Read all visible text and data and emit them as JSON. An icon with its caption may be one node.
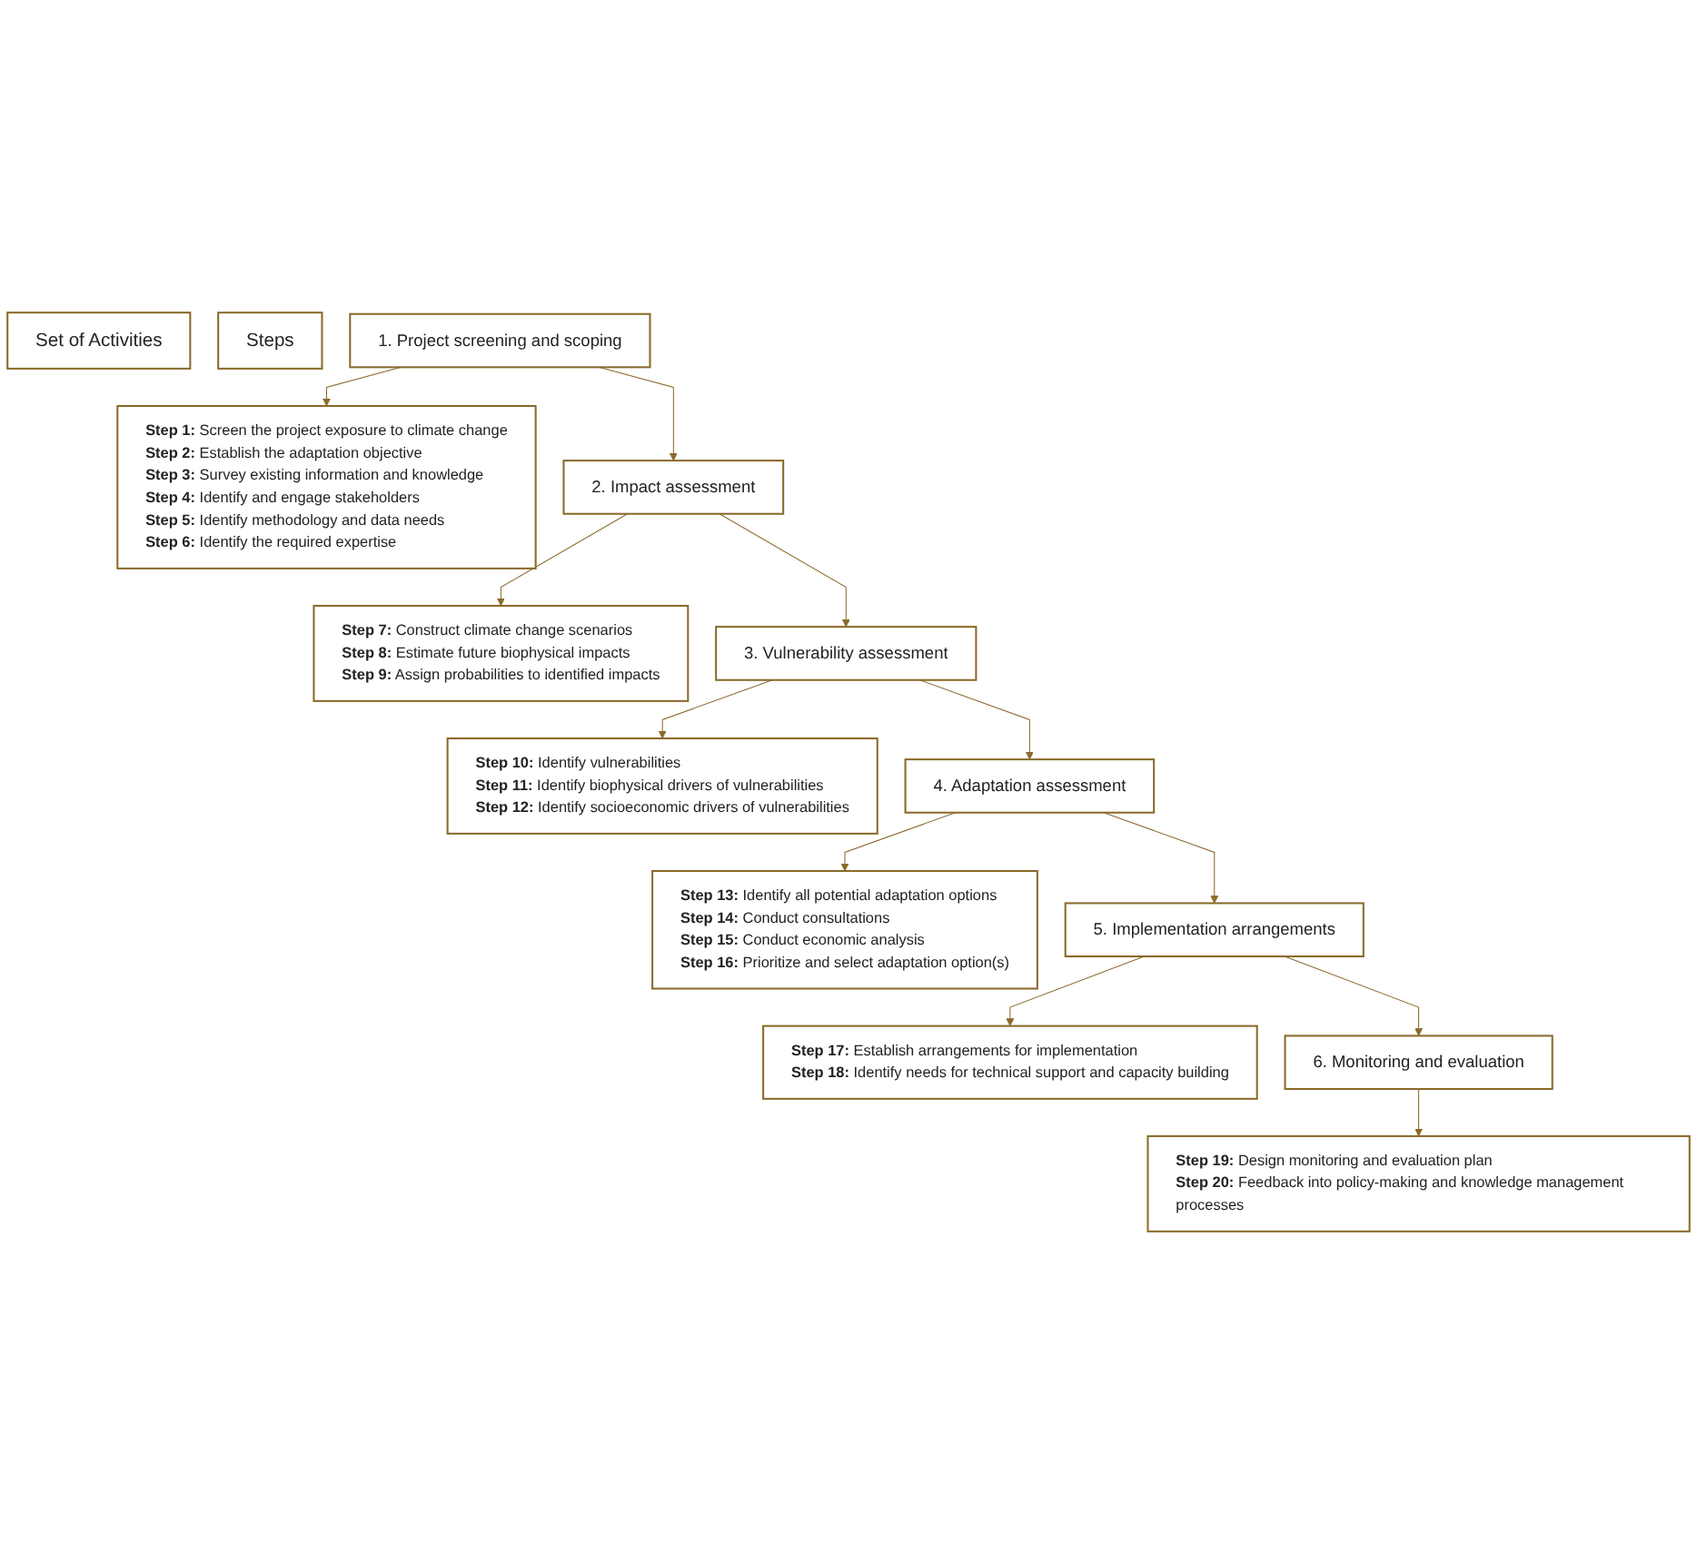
{
  "diagram": {
    "nodes": [
      {
        "text": [
          "Set of Activities"
        ]
      },
      {
        "text": [
          "Steps"
        ]
      },
      {
        "text": [
          "1. Project screening and scoping"
        ]
      },
      {
        "text": [
          "**Step 1:** Screen the project exposure to climate change",
          "**Step 2:** Establish the adaptation objective",
          "**Step 3:** Survey existing information and knowledge",
          "**Step 4:** Identify and engage stakeholders",
          "**Step 5:** Identify methodology and data needs",
          "**Step 6:** Identify the required expertise"
        ]
      },
      {
        "text": [
          "2. Impact assessment"
        ]
      },
      {
        "text": [
          "**Step 7:** Construct climate change scenarios",
          "**Step 8:** Estimate future biophysical impacts",
          "**Step 9:** Assign probabilities to identified impacts"
        ]
      },
      {
        "text": [
          "3. Vulnerability assessment"
        ]
      },
      {
        "text": [
          "**Step 10:** Identify vulnerabilities",
          "**Step 11:** Identify biophysical drivers of vulnerabilities",
          "**Step 12:** Identify socioeconomic drivers of vulnerabilities"
        ]
      },
      {
        "text": [
          "4. Adaptation assessment"
        ]
      },
      {
        "text": [
          "**Step 13:** Identify all potential adaptation options",
          "**Step 14:** Conduct consultations",
          "**Step 15:** Conduct economic analysis",
          "**Step 16:** Prioritize and select adaptation option(s)"
        ]
      },
      {
        "text": [
          "5. Implementation arrangements"
        ]
      },
      {
        "text": [
          "**Step 17:** Establish arrangements for implementation",
          "**Step 18:** Identify needs for technical support and capacity building"
        ]
      },
      {
        "text": [
          "6. Monitoring and evaluation"
        ]
      },
      {
        "text": [
          "**Step 19:** Design monitoring and evaluation plan",
          "**Step 20:** Feedback into policy-making and knowledge management processes"
        ]
      }
    ],
    "edges": [
      {
        "from": 2,
        "to": 3,
        "arrow": "to"
      },
      {
        "from": 2,
        "to": 4,
        "arrow": "to"
      },
      {
        "from": 4,
        "to": 5,
        "arrow": "to"
      },
      {
        "from": 4,
        "to": 6,
        "arrow": "to"
      },
      {
        "from": 6,
        "to": 7,
        "arrow": "to"
      },
      {
        "from": 6,
        "to": 8,
        "arrow": "to"
      },
      {
        "from": 8,
        "to": 9,
        "arrow": "to"
      },
      {
        "from": 8,
        "to": 10,
        "arrow": "to"
      },
      {
        "from": 10,
        "to": 11,
        "arrow": "to"
      },
      {
        "from": 10,
        "to": 12,
        "arrow": "to"
      },
      {
        "from": 12,
        "to": 13,
        "arrow": "to"
      }
    ]
  }
}
